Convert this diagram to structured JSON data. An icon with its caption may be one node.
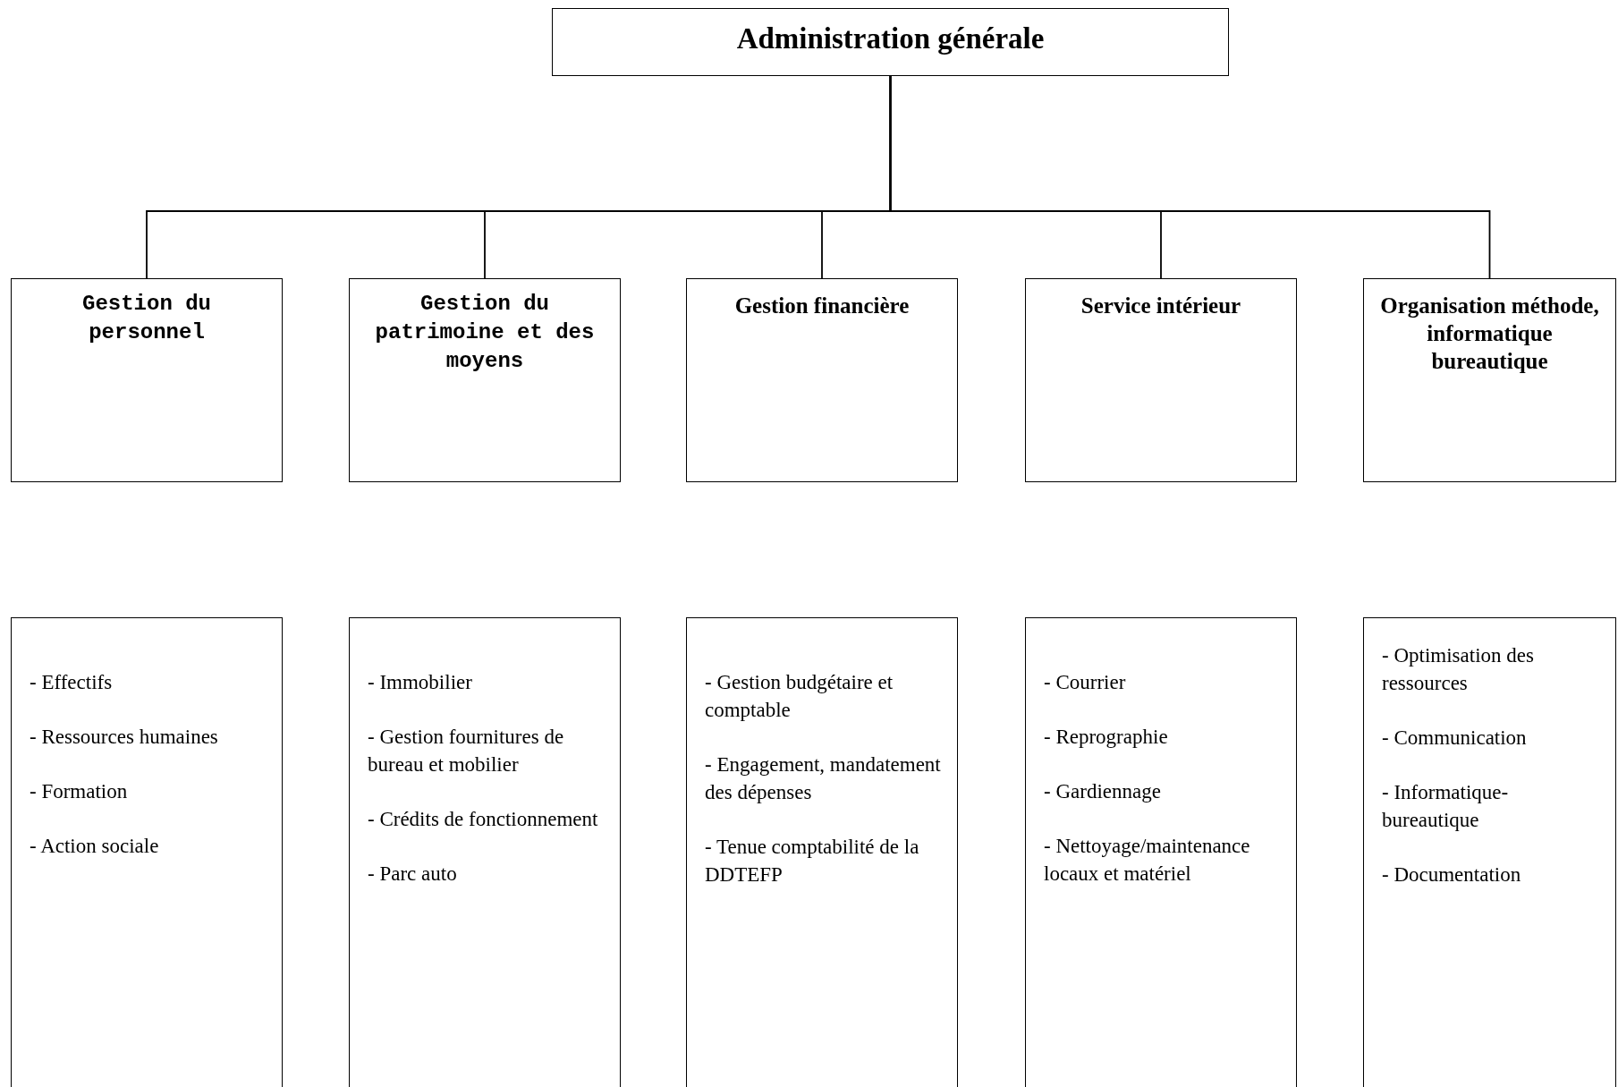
{
  "diagram": {
    "nodes": [
      {
        "text": [
          "Administration générale"
        ]
      },
      {
        "text": [
          "Gestion du personnel"
        ]
      },
      {
        "text": [
          "Gestion du patrimoine et des moyens"
        ]
      },
      {
        "text": [
          "Gestion financière"
        ]
      },
      {
        "text": [
          "Service intérieur"
        ]
      },
      {
        "text": [
          "Organisation méthode, informatique bureautique"
        ]
      },
      {
        "text": [
          "- Effectifs",
          "- Ressources humaines",
          "- Formation",
          "- Action sociale"
        ]
      },
      {
        "text": [
          "- Immobilier",
          "- Gestion fournitures de bureau et mobilier",
          "- Crédits de fonctionnement",
          "- Parc auto"
        ]
      },
      {
        "text": [
          "- Gestion budgétaire et comptable",
          "- Engagement, mandatement des dépenses",
          "- Tenue comptabilité de la DDTEFP"
        ]
      },
      {
        "text": [
          "- Courrier",
          "- Reprographie",
          "- Gardiennage",
          "- Nettoyage/maintenance locaux et matériel"
        ]
      },
      {
        "text": [
          "- Optimisation des ressources",
          "- Communication",
          "- Informatique-bureautique",
          "- Documentation"
        ]
      }
    ],
    "edges": [
      {
        "from": 0,
        "to": 1,
        "arrow": "none"
      },
      {
        "from": 0,
        "to": 2,
        "arrow": "none"
      },
      {
        "from": 0,
        "to": 3,
        "arrow": "none"
      },
      {
        "from": 0,
        "to": 4,
        "arrow": "none"
      },
      {
        "from": 0,
        "to": 5,
        "arrow": "none"
      }
    ]
  }
}
